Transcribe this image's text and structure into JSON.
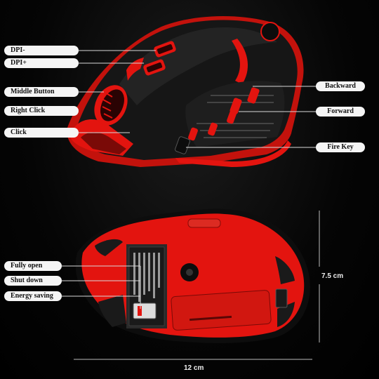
{
  "callouts_left_top": [
    "DPI-",
    "DPI+",
    "Middle Button",
    "Right Click",
    "Click"
  ],
  "callouts_right_top": [
    "Backward",
    "Forward",
    "Fire Key"
  ],
  "callouts_left_bottom": [
    "Fully open",
    "Shut down",
    "Energy saving"
  ],
  "dimensions": {
    "height": "7.5 cm",
    "width": "12 cm"
  },
  "colors": {
    "accent": "#e3140f",
    "body": "#151515",
    "label_bg": "#f5f5f5"
  }
}
